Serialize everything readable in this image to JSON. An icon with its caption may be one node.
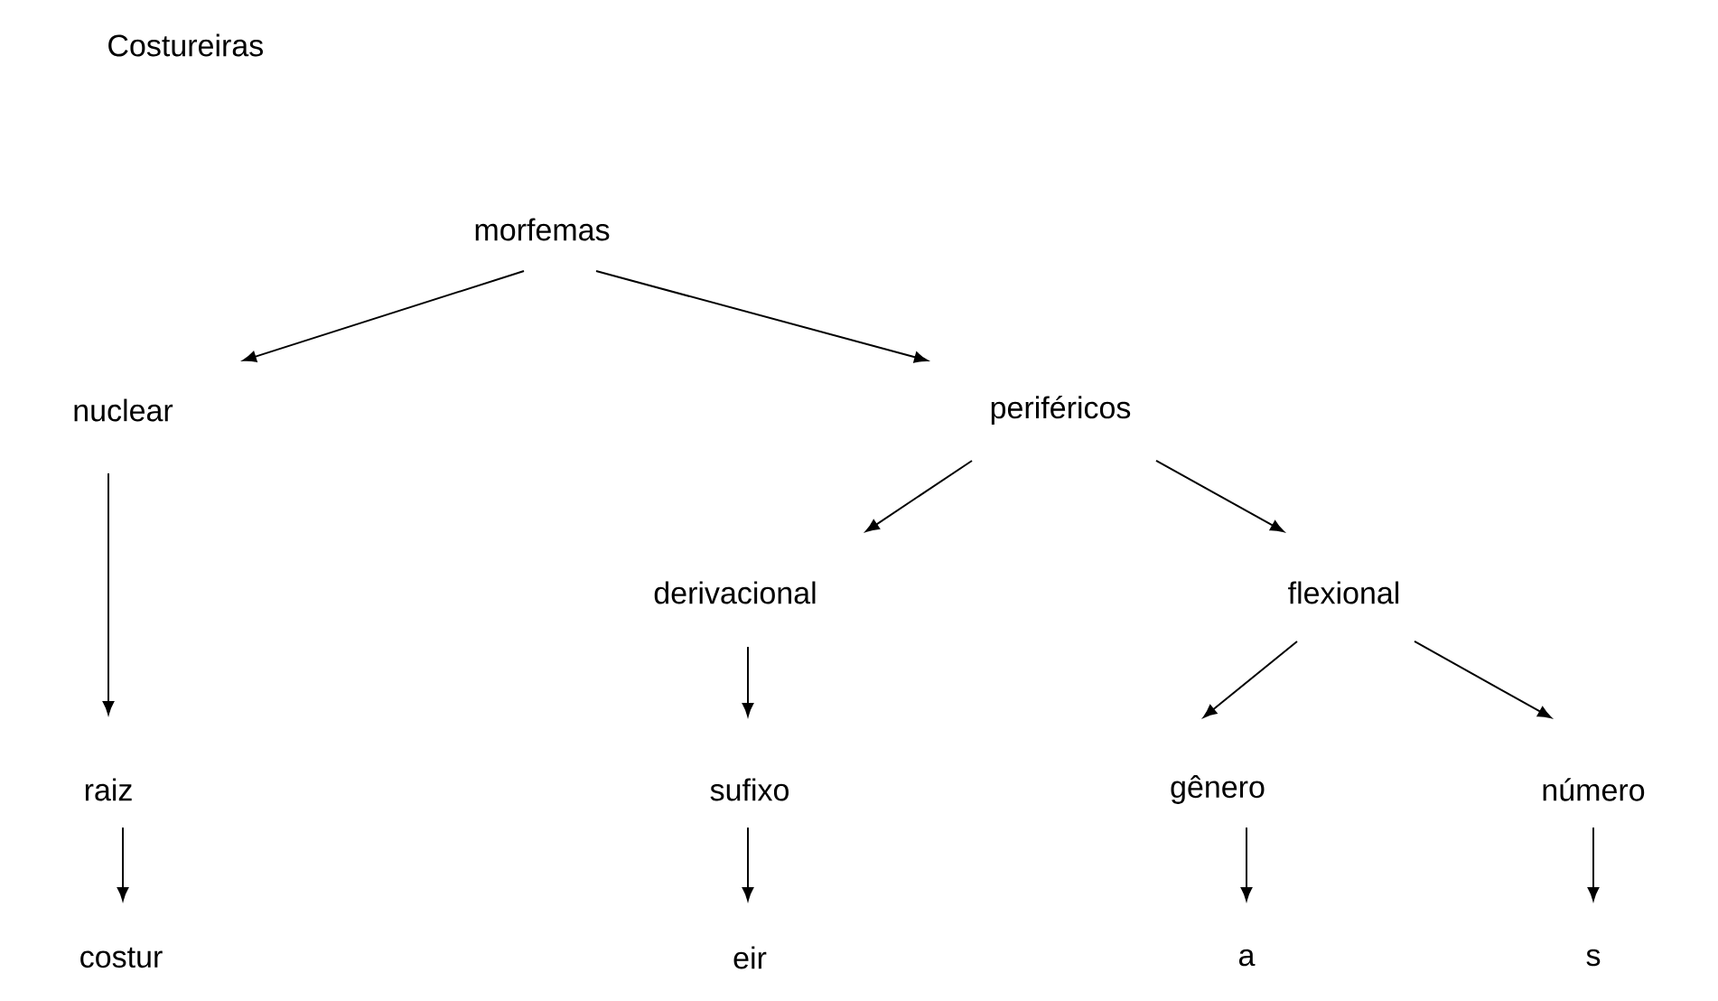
{
  "diagram": {
    "title": "Costureiras",
    "nodes": [
      {
        "text": [
          "morfemas"
        ]
      },
      {
        "text": [
          "nuclear"
        ]
      },
      {
        "text": [
          "periféricos"
        ]
      },
      {
        "text": [
          "derivacional"
        ]
      },
      {
        "text": [
          "flexional"
        ]
      },
      {
        "text": [
          "raiz"
        ]
      },
      {
        "text": [
          "sufixo"
        ]
      },
      {
        "text": [
          "gênero"
        ]
      },
      {
        "text": [
          "número"
        ]
      },
      {
        "text": [
          "costur"
        ]
      },
      {
        "text": [
          "eir"
        ]
      },
      {
        "text": [
          "a"
        ]
      },
      {
        "text": [
          "s"
        ]
      }
    ],
    "edges": [
      {
        "from": 0,
        "to": 1,
        "arrow": "to"
      },
      {
        "from": 0,
        "to": 2,
        "arrow": "to"
      },
      {
        "from": 1,
        "to": 5,
        "arrow": "to"
      },
      {
        "from": 2,
        "to": 3,
        "arrow": "to"
      },
      {
        "from": 2,
        "to": 4,
        "arrow": "to"
      },
      {
        "from": 3,
        "to": 6,
        "arrow": "to"
      },
      {
        "from": 4,
        "to": 7,
        "arrow": "to"
      },
      {
        "from": 4,
        "to": 8,
        "arrow": "to"
      },
      {
        "from": 5,
        "to": 9,
        "arrow": "to"
      },
      {
        "from": 6,
        "to": 10,
        "arrow": "to"
      },
      {
        "from": 7,
        "to": 11,
        "arrow": "to"
      },
      {
        "from": 8,
        "to": 12,
        "arrow": "to"
      }
    ]
  }
}
